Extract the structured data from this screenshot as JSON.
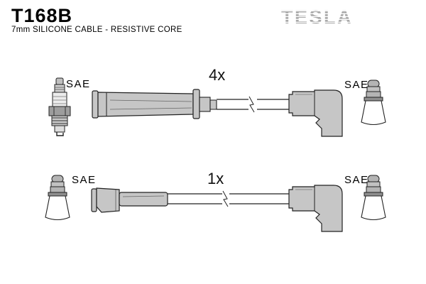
{
  "header": {
    "part_number": "T168B",
    "subtitle": "7mm SILICONE CABLE - RESISTIVE CORE",
    "brand": "TESLA"
  },
  "diagram": {
    "rows": [
      {
        "quantity": "4x",
        "left_terminal": {
          "icon": "spark-plug-icon",
          "label": "SAE"
        },
        "left_boot": "straight-boot",
        "cable": "cable-with-break",
        "right_boot": "elbow-boot",
        "right_terminal": {
          "icon": "distributor-terminal-icon",
          "label": "SAE"
        }
      },
      {
        "quantity": "1x",
        "left_terminal": {
          "icon": "distributor-terminal-icon",
          "label": "SAE"
        },
        "left_boot": "straight-boot-short",
        "cable": "cable-with-break",
        "right_boot": "elbow-boot",
        "right_terminal": {
          "icon": "distributor-terminal-icon",
          "label": "SAE"
        }
      }
    ]
  },
  "colors": {
    "background": "#ffffff",
    "boot_gray": "#c6c6c6",
    "boot_gray_dark": "#8e8e8e",
    "outline": "#222222",
    "logo_gray": "#a8a8a8",
    "text": "#000000"
  }
}
